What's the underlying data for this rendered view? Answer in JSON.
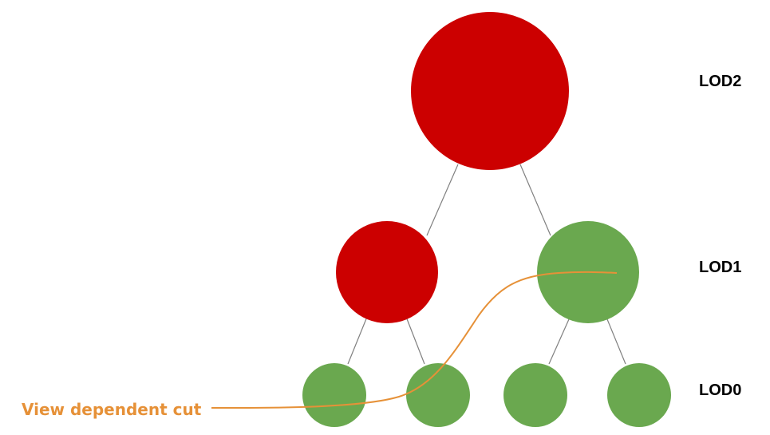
{
  "levels": {
    "lod2": "LOD2",
    "lod1": "LOD1",
    "lod0": "LOD0"
  },
  "cut": {
    "label": "View dependent cut"
  },
  "colors": {
    "refined": "#cc0000",
    "selected": "#6aa84f",
    "cut": "#e69138",
    "edge": "#808080"
  },
  "tree": {
    "nodes": [
      {
        "id": "lod2-root",
        "level": "LOD2",
        "state": "refined"
      },
      {
        "id": "lod1-left",
        "level": "LOD1",
        "state": "refined"
      },
      {
        "id": "lod1-right",
        "level": "LOD1",
        "state": "selected"
      },
      {
        "id": "lod0-1",
        "level": "LOD0",
        "state": "selected"
      },
      {
        "id": "lod0-2",
        "level": "LOD0",
        "state": "selected"
      },
      {
        "id": "lod0-3",
        "level": "LOD0",
        "state": "selected"
      },
      {
        "id": "lod0-4",
        "level": "LOD0",
        "state": "selected"
      }
    ]
  }
}
